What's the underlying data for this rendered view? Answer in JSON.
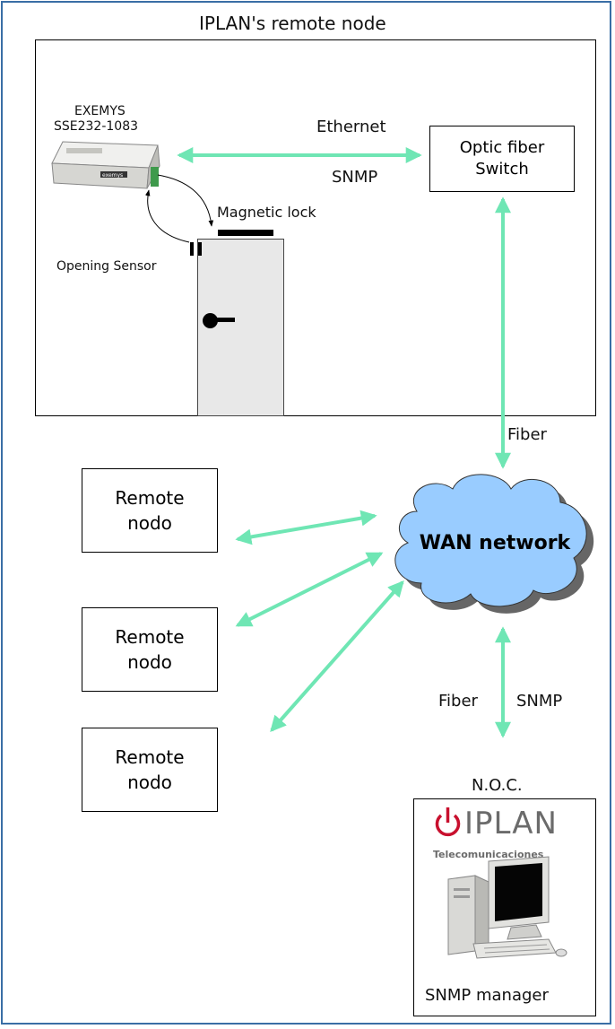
{
  "remote_node": {
    "title": "IPLAN's remote node",
    "device_brand": "EXEMYS",
    "device_model": "SSE232-1083",
    "device_case_label": "exemys",
    "ethernet_label": "Ethernet",
    "snmp_label": "SNMP",
    "switch_line1": "Optic fiber",
    "switch_line2": "Switch",
    "magnetic_lock_label": "Magnetic lock",
    "opening_sensor_label": "Opening Sensor"
  },
  "wan": {
    "fiber_top_label": "Fiber",
    "cloud_label": "WAN network",
    "fiber_bottom_label": "Fiber",
    "snmp_bottom_label": "SNMP"
  },
  "remote_nodes": [
    {
      "line1": "Remote",
      "line2": "nodo"
    },
    {
      "line1": "Remote",
      "line2": "nodo"
    },
    {
      "line1": "Remote",
      "line2": "nodo"
    }
  ],
  "noc": {
    "title": "N.O.C.",
    "logo_text": "IPLAN",
    "logo_subtitle": "Telecomunicaciones",
    "manager_label": "SNMP manager"
  },
  "colors": {
    "arrow": "#6fe6b4",
    "cloud_fill": "#99ccff",
    "cloud_shadow": "#666666",
    "frame_border": "#3a6ea5",
    "door_fill": "#e8e8e8",
    "logo_red": "#c8102e",
    "logo_gray": "#6b6b6b"
  }
}
